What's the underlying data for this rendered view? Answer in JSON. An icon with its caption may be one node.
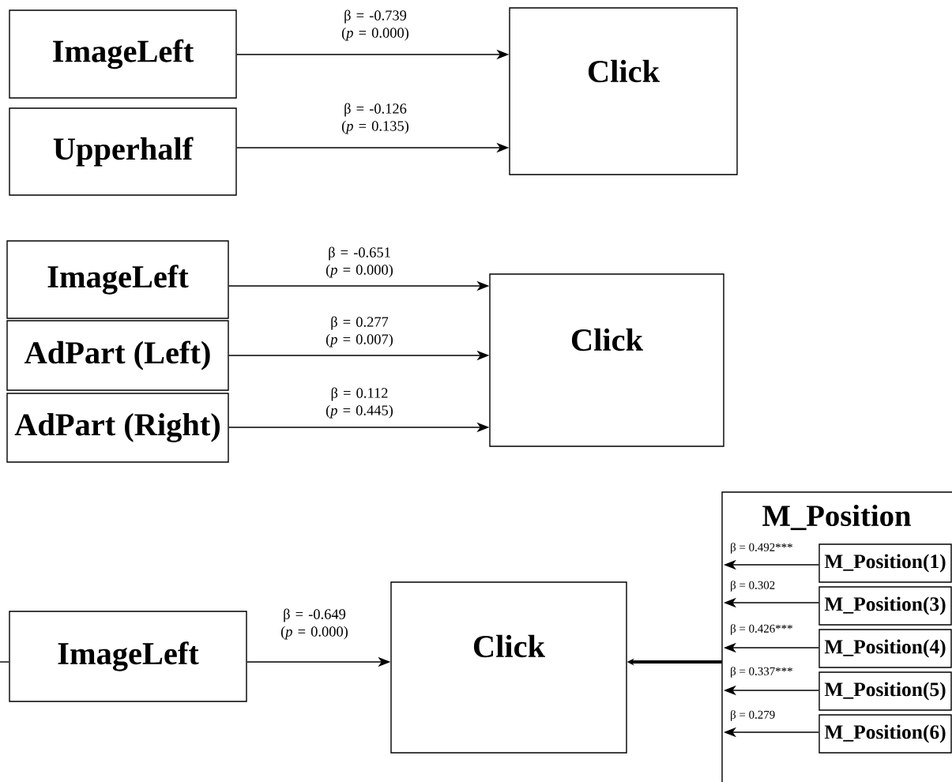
{
  "diagram": {
    "nodes": [
      {
        "text": [
          "ImageLeft"
        ]
      },
      {
        "text": [
          "Upperhalf"
        ]
      },
      {
        "text": [
          "Click"
        ]
      },
      {
        "text": [
          "ImageLeft"
        ]
      },
      {
        "text": [
          "AdPart (Left)"
        ]
      },
      {
        "text": [
          "AdPart (Right)"
        ]
      },
      {
        "text": [
          "Click"
        ]
      },
      {
        "text": [
          "ImageLeft"
        ]
      },
      {
        "text": [
          "Click"
        ]
      },
      {
        "text": [
          "M_Position"
        ]
      },
      {
        "text": [
          "M_Position(1)"
        ],
        "in": 9
      },
      {
        "text": [
          "M_Position(3)"
        ],
        "in": 9
      },
      {
        "text": [
          "M_Position(4)"
        ],
        "in": 9
      },
      {
        "text": [
          "M_Position(5)"
        ],
        "in": 9
      },
      {
        "text": [
          "M_Position(6)"
        ],
        "in": 9
      }
    ],
    "edges": [
      {
        "from": 0,
        "to": 2,
        "arrow": "to",
        "label": "β = -0.739 (*p* = 0.000)"
      },
      {
        "from": 1,
        "to": 2,
        "arrow": "to",
        "label": "β = -0.126 (*p* = 0.135)"
      },
      {
        "from": 3,
        "to": 6,
        "arrow": "to",
        "label": "β = -0.651 (*p* = 0.000)"
      },
      {
        "from": 4,
        "to": 6,
        "arrow": "to",
        "label": "β = 0.277 (*p* = 0.007)"
      },
      {
        "from": 5,
        "to": 6,
        "arrow": "to",
        "label": "β = 0.112 (*p* = 0.445)"
      },
      {
        "from": null,
        "to": 7,
        "arrow": "none"
      },
      {
        "from": 7,
        "to": 8,
        "arrow": "to",
        "label": "β = -0.649 (*p* = 0.000)"
      },
      {
        "from": 9,
        "to": 8,
        "arrow": "to",
        "style": "thick"
      },
      {
        "from": 10,
        "to": 9,
        "arrow": "to",
        "label": "β = 0.492***"
      },
      {
        "from": 11,
        "to": 9,
        "arrow": "to",
        "label": "β = 0.302"
      },
      {
        "from": 12,
        "to": 9,
        "arrow": "to",
        "label": "β = 0.426***"
      },
      {
        "from": 13,
        "to": 9,
        "arrow": "to",
        "label": "β = 0.337***"
      },
      {
        "from": 14,
        "to": 9,
        "arrow": "to",
        "label": "β = 0.279"
      }
    ]
  }
}
